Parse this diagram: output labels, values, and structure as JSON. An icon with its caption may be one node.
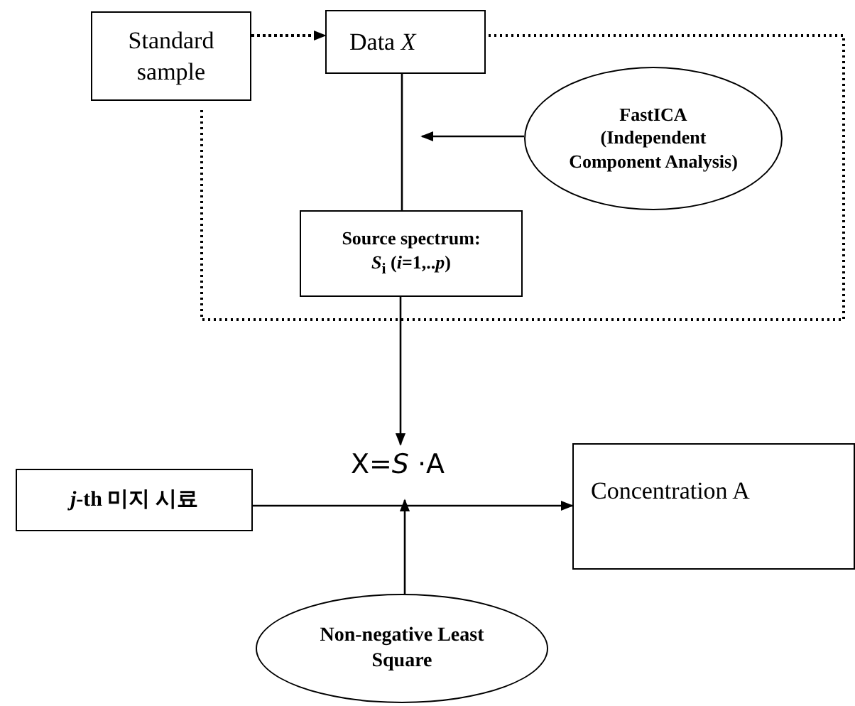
{
  "diagram": {
    "nodes": [
      {
        "text": [
          "Standard sample"
        ]
      },
      {
        "text": [
          "Data *X*"
        ]
      },
      {
        "text": [
          "FastICA (Independent Component Analysis)"
        ]
      },
      {
        "text": [
          "Source spectrum:",
          "*S*$_{i}$ (*i*=1,..*p*)"
        ]
      },
      {
        "text": [
          "X=*S* ·A"
        ]
      },
      {
        "text": [
          "*j*-th 미지 시료"
        ]
      },
      {
        "text": [
          "Concentration A"
        ]
      },
      {
        "text": [
          "Non-negative Least Square"
        ]
      }
    ],
    "edges": [
      {
        "from": 0,
        "to": 1,
        "arrow": "to",
        "style": "dashed"
      },
      {
        "from": 1,
        "to": 3,
        "arrow": "none"
      },
      {
        "from": 2,
        "to": null,
        "arrow": "to"
      },
      {
        "from": 3,
        "to": 4,
        "arrow": "to"
      },
      {
        "from": 5,
        "to": 6,
        "arrow": "to"
      },
      {
        "from": 7,
        "to": 4,
        "arrow": "to"
      }
    ]
  }
}
